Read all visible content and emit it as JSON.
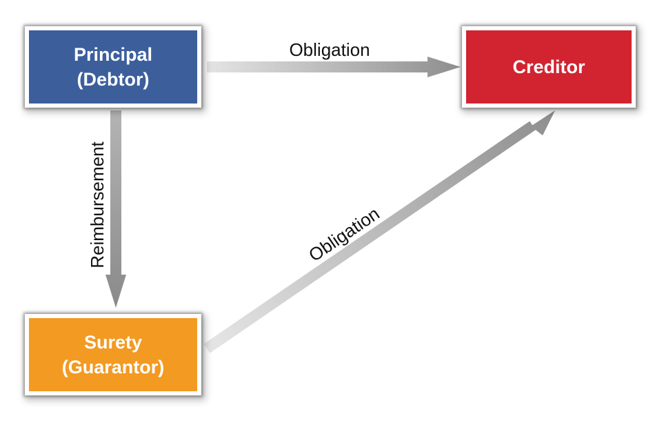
{
  "nodes": {
    "principal": {
      "line1": "Principal",
      "line2": "(Debtor)",
      "color": "#3c5f9c"
    },
    "creditor": {
      "label": "Creditor",
      "color": "#d12430"
    },
    "surety": {
      "line1": "Surety",
      "line2": "(Guarantor)",
      "color": "#f39a22"
    }
  },
  "edges": {
    "principal_to_creditor": {
      "from": "Principal (Debtor)",
      "to": "Creditor",
      "label": "Obligation"
    },
    "surety_to_creditor": {
      "from": "Surety (Guarantor)",
      "to": "Creditor",
      "label": "Obligation"
    },
    "principal_to_surety": {
      "from": "Principal (Debtor)",
      "to": "Surety (Guarantor)",
      "label": "Reimbursement"
    }
  },
  "colors": {
    "arrow_light": "#e4e4e4",
    "arrow_dark": "#8e8e8e",
    "label_text": "#111111"
  }
}
